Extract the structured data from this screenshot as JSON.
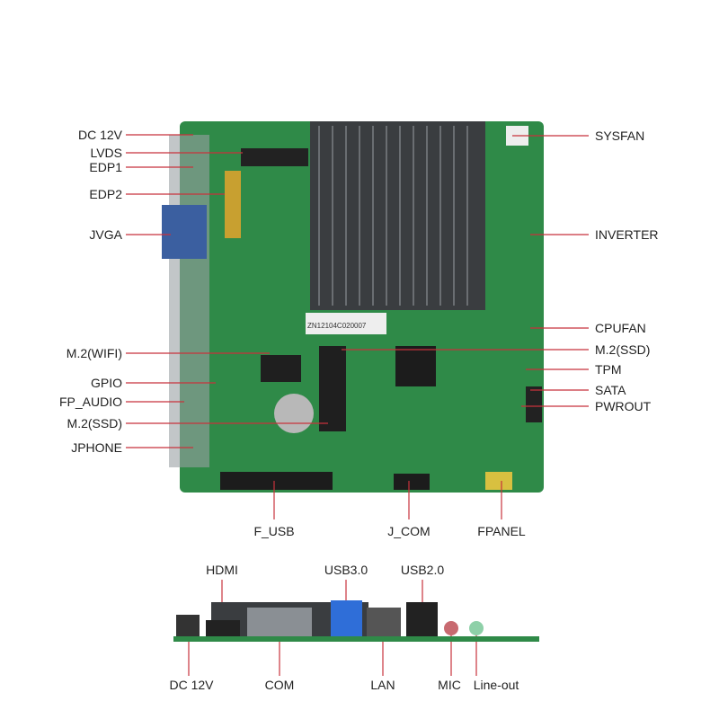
{
  "board_label": "ZN12104C020007",
  "left_labels": [
    "DC 12V",
    "LVDS",
    "EDP1",
    "EDP2",
    "JVGA",
    "M.2(WIFI)",
    "GPIO",
    "FP_AUDIO",
    "M.2(SSD)",
    "JPHONE"
  ],
  "right_labels": [
    "SYSFAN",
    "INVERTER",
    "CPUFAN",
    "M.2(SSD)",
    "TPM",
    "SATA",
    "PWROUT"
  ],
  "bottom_labels": [
    "F_USB",
    "J_COM",
    "FPANEL"
  ],
  "io_top_labels": [
    "HDMI",
    "USB3.0",
    "USB2.0"
  ],
  "io_bottom_labels": [
    "DC 12V",
    "COM",
    "LAN",
    "MIC",
    "Line-out"
  ],
  "colors": {
    "pcb": "#2f8a48",
    "heatsink": "#3a3d40",
    "callout": "#c8323c"
  }
}
